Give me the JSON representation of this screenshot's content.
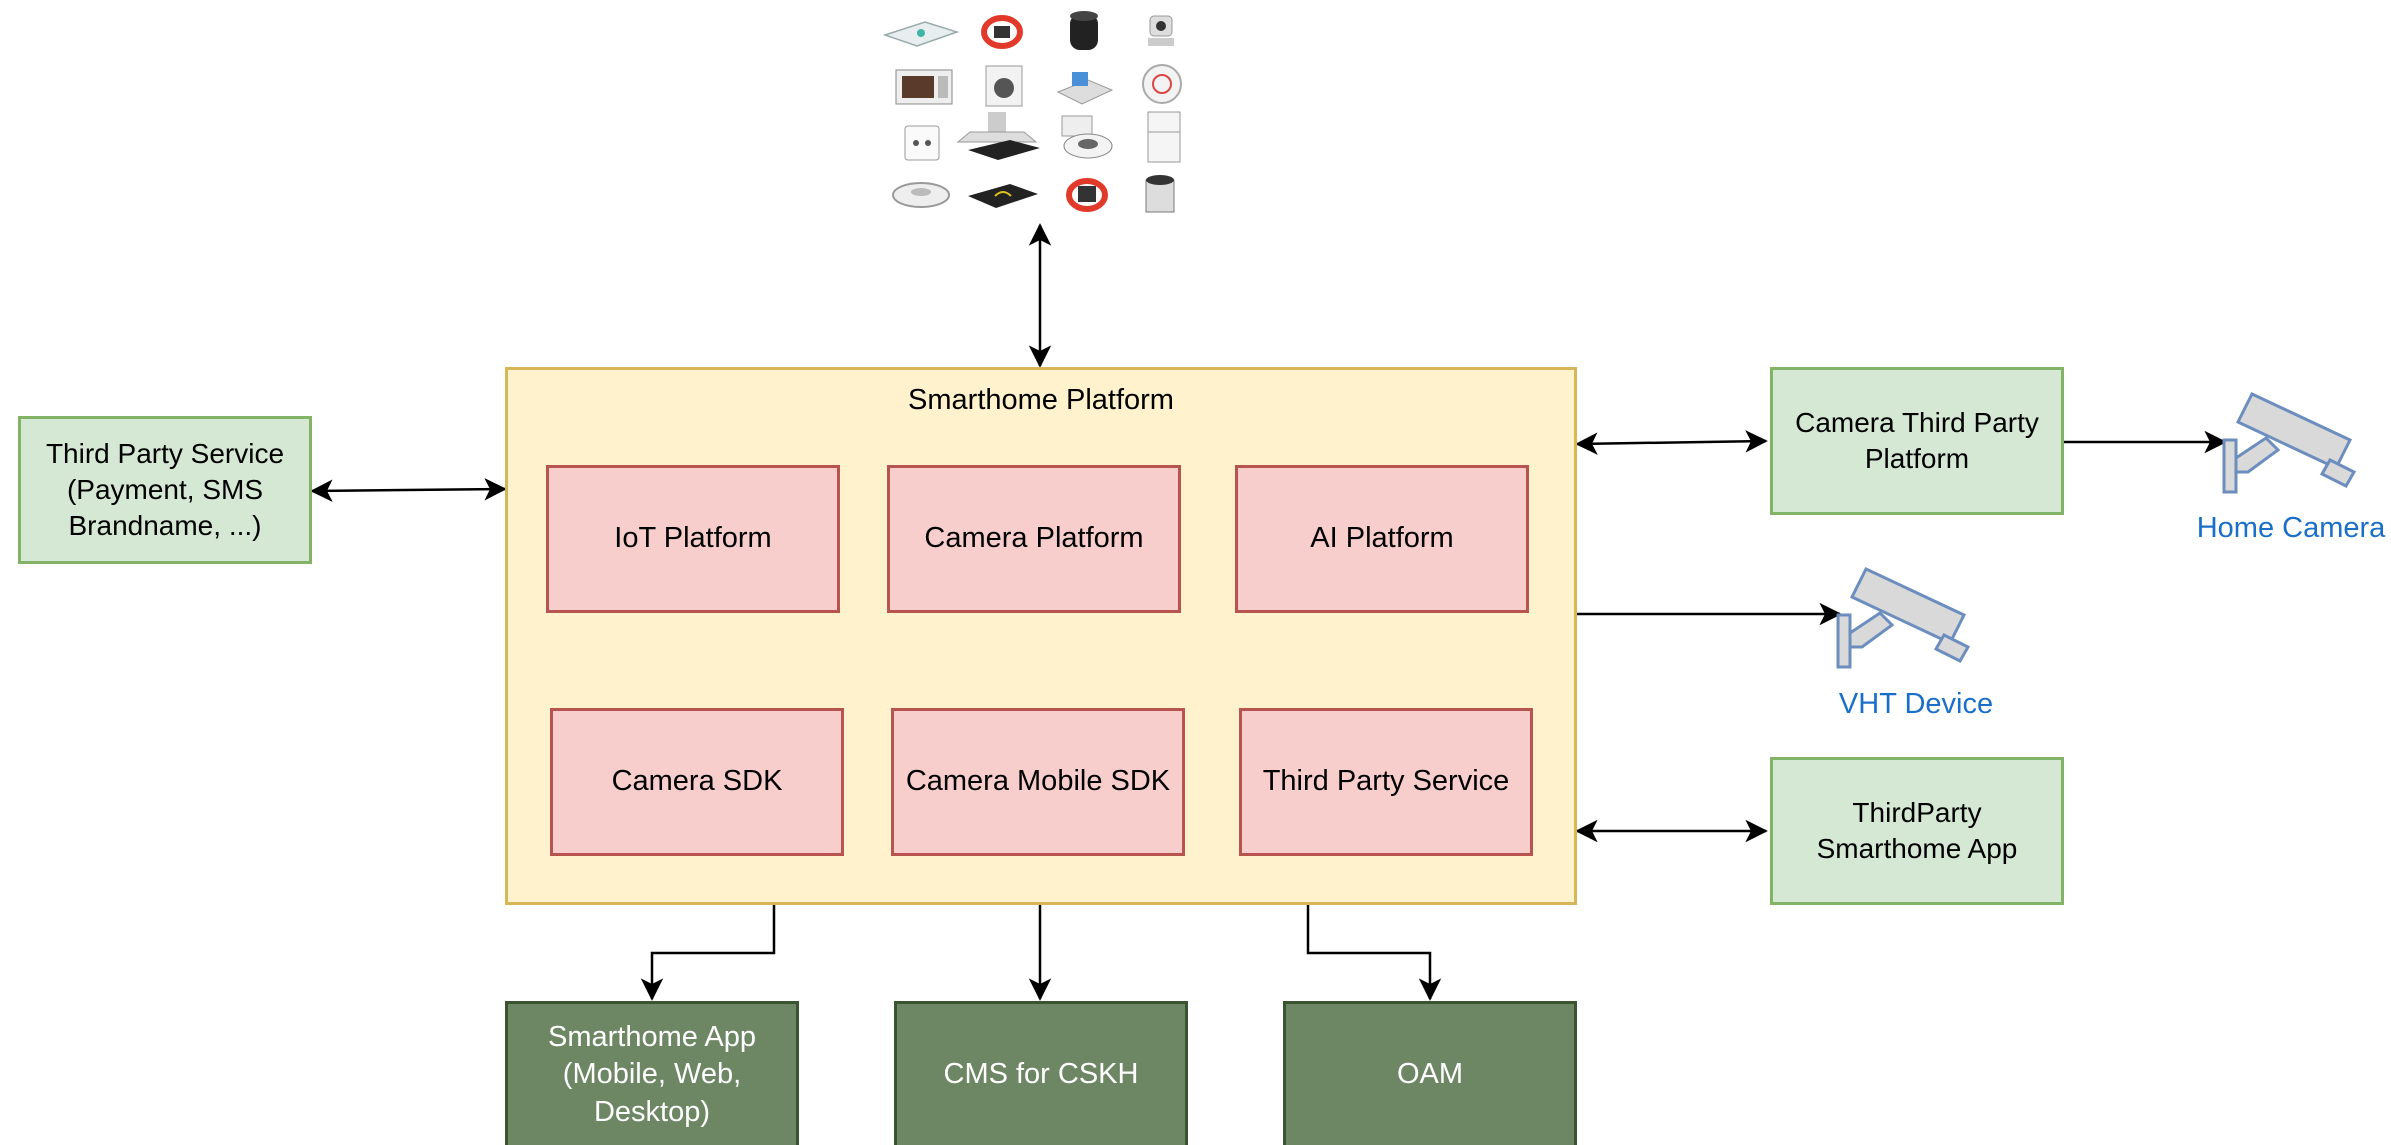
{
  "platform": {
    "title": "Smarthome Platform"
  },
  "modules": [
    {
      "label": "IoT Platform"
    },
    {
      "label": "Camera Platform"
    },
    {
      "label": "AI Platform"
    },
    {
      "label": "Camera SDK"
    },
    {
      "label": "Camera Mobile SDK"
    },
    {
      "label": "Third Party Service"
    }
  ],
  "external": {
    "third_party_service": "Third Party Service\n(Payment, SMS\nBrandname, ...)",
    "camera_third_party": "Camera Third Party\nPlatform",
    "thirdparty_app": "ThirdParty\nSmarthome App"
  },
  "clients": [
    {
      "label": "Smarthome App\n(Mobile, Web,\nDesktop)"
    },
    {
      "label": "CMS for CSKH"
    },
    {
      "label": "OAM"
    }
  ],
  "devices": {
    "home_camera": "Home Camera",
    "vht_device": "VHT Device",
    "icons": [
      "smart-scale-icon",
      "smart-band-icon",
      "smart-speaker-icon",
      "security-camera-icon",
      "microwave-icon",
      "washing-machine-icon",
      "kitchen-appliance-icon",
      "smoke-detector-icon",
      "smart-plug-icon",
      "range-hood-icon",
      "robot-cooker-icon",
      "refrigerator-icon",
      "robot-vacuum-icon",
      "wifi-router-icon",
      "smart-watch-icon",
      "trash-bin-icon"
    ]
  },
  "colors": {
    "container_fill": "#fff2cc",
    "container_stroke": "#d6b656",
    "module_fill": "#f8cecc",
    "module_stroke": "#b85450",
    "external_fill": "#d5e8d4",
    "external_stroke": "#82b366",
    "client_fill": "#6d8764",
    "client_stroke": "#3a5431",
    "label_blue": "#1a6fc9"
  }
}
